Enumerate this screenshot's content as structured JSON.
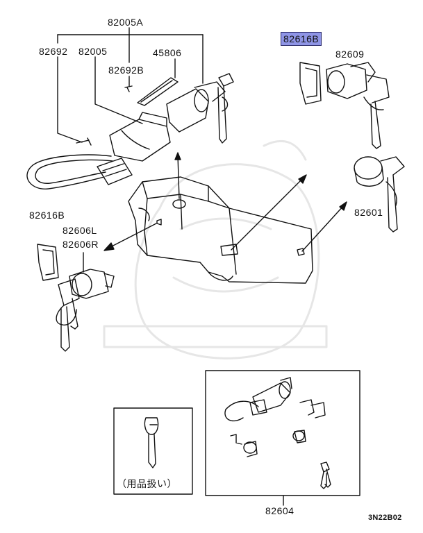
{
  "labels": {
    "p82005A": "82005A",
    "p82692": "82692",
    "p82005": "82005",
    "p45806": "45806",
    "p82692B": "82692B",
    "p82616B_top": "82616B",
    "p82609": "82609",
    "p82616B_left": "82616B",
    "p82606L": "82606L",
    "p82606R": "82606R",
    "p82601": "82601",
    "p82604": "82604",
    "note_jp": "（用品扱い）",
    "diagram_code": "3N22B02"
  },
  "highlight_color": "#8f95e6"
}
